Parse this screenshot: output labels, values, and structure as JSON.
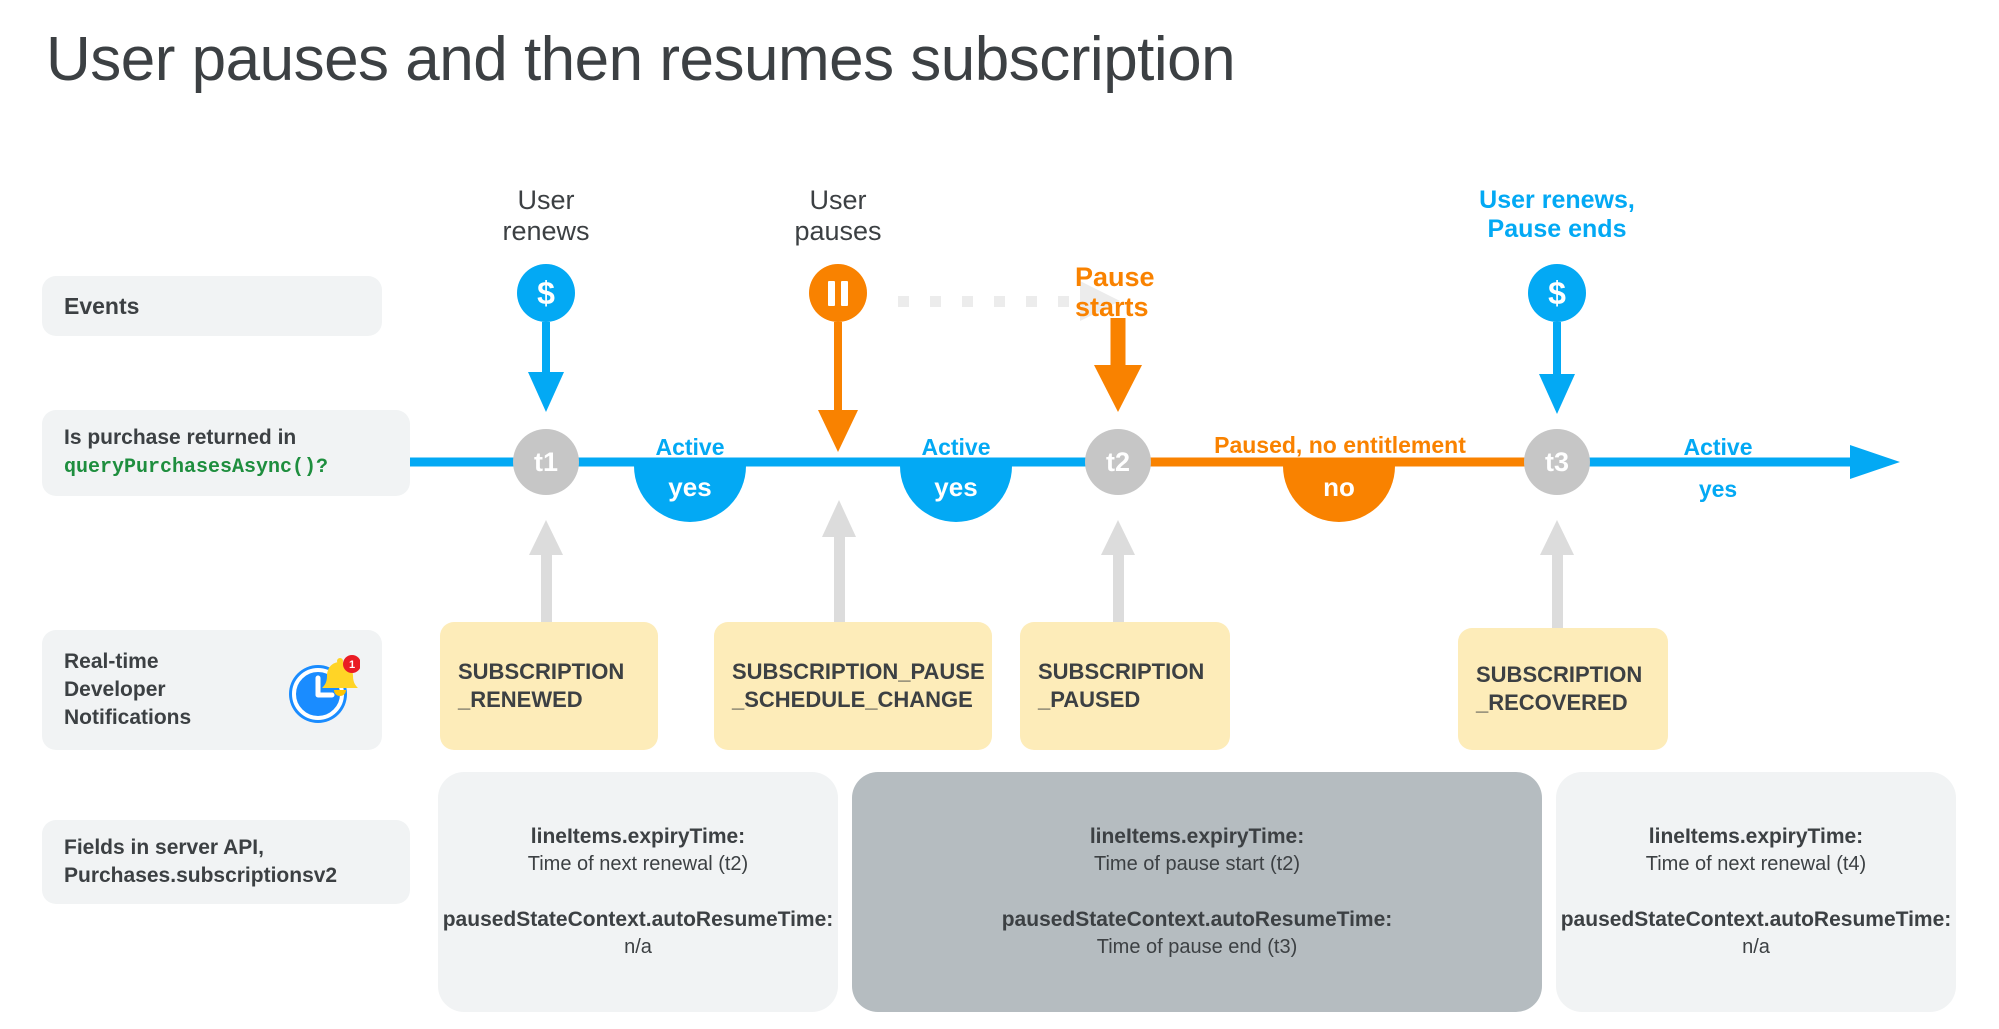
{
  "title": "User pauses and then resumes subscription",
  "row_labels": {
    "events": "Events",
    "query_line1": "Is purchase returned in",
    "query_code": "queryPurchasesAsync()?",
    "rtdn_line1": "Real-time",
    "rtdn_line2": "Developer",
    "rtdn_line3": "Notifications",
    "rtdn_badge": "1",
    "fields_line1": "Fields in server API,",
    "fields_line2": "Purchases.subscriptionsv2"
  },
  "events": [
    {
      "label_line1": "User",
      "label_line2": "renews",
      "marker": "dollar-icon",
      "color": "#03a9f4"
    },
    {
      "label_line1": "User",
      "label_line2": "pauses",
      "marker": "pause-icon",
      "color": "#f98200"
    },
    {
      "label_line1": "Pause",
      "label_line2": "starts",
      "marker": "none",
      "color": "#f98200"
    },
    {
      "label_line1": "User renews,",
      "label_line2": "Pause ends",
      "marker": "dollar-icon",
      "color": "#03a9f4"
    }
  ],
  "timeline": {
    "nodes": [
      "t1",
      "t2",
      "t3"
    ],
    "segments": [
      {
        "state": "Active",
        "entitlement": "yes",
        "color": "#03a9f4"
      },
      {
        "state": "Active",
        "entitlement": "yes",
        "color": "#03a9f4"
      },
      {
        "state": "Paused, no entitlement",
        "entitlement": "no",
        "color": "#f98200"
      },
      {
        "state": "Active",
        "entitlement": "yes",
        "color": "#03a9f4"
      }
    ]
  },
  "notifications": [
    {
      "line1": "SUBSCRIPTION",
      "line2": "_RENEWED"
    },
    {
      "line1": "SUBSCRIPTION_PAUSE",
      "line2": "_SCHEDULE_CHANGE"
    },
    {
      "line1": "SUBSCRIPTION",
      "line2": "_PAUSED"
    },
    {
      "line1": "SUBSCRIPTION",
      "line2": "_RECOVERED"
    }
  ],
  "field_panels": [
    {
      "expiry_key": "lineItems.expiryTime:",
      "expiry_val": "Time of next renewal (t2)",
      "resume_key": "pausedStateContext.autoResumeTime:",
      "resume_val": "n/a"
    },
    {
      "expiry_key": "lineItems.expiryTime:",
      "expiry_val": "Time of pause start (t2)",
      "resume_key": "pausedStateContext.autoResumeTime:",
      "resume_val": "Time of pause end (t3)"
    },
    {
      "expiry_key": "lineItems.expiryTime:",
      "expiry_val": "Time of next renewal (t4)",
      "resume_key": "pausedStateContext.autoResumeTime:",
      "resume_val": "n/a"
    }
  ],
  "colors": {
    "blue": "#03a9f4",
    "orange": "#f98200",
    "node_gray": "#c6c6c6",
    "arrow_gray": "#dddddd",
    "panel_light": "#f1f3f4",
    "panel_dark": "#b5bcc0",
    "rtdn_yellow": "#fdecb9",
    "code_green": "#1e8e3e",
    "text_dark": "#3c4043"
  }
}
